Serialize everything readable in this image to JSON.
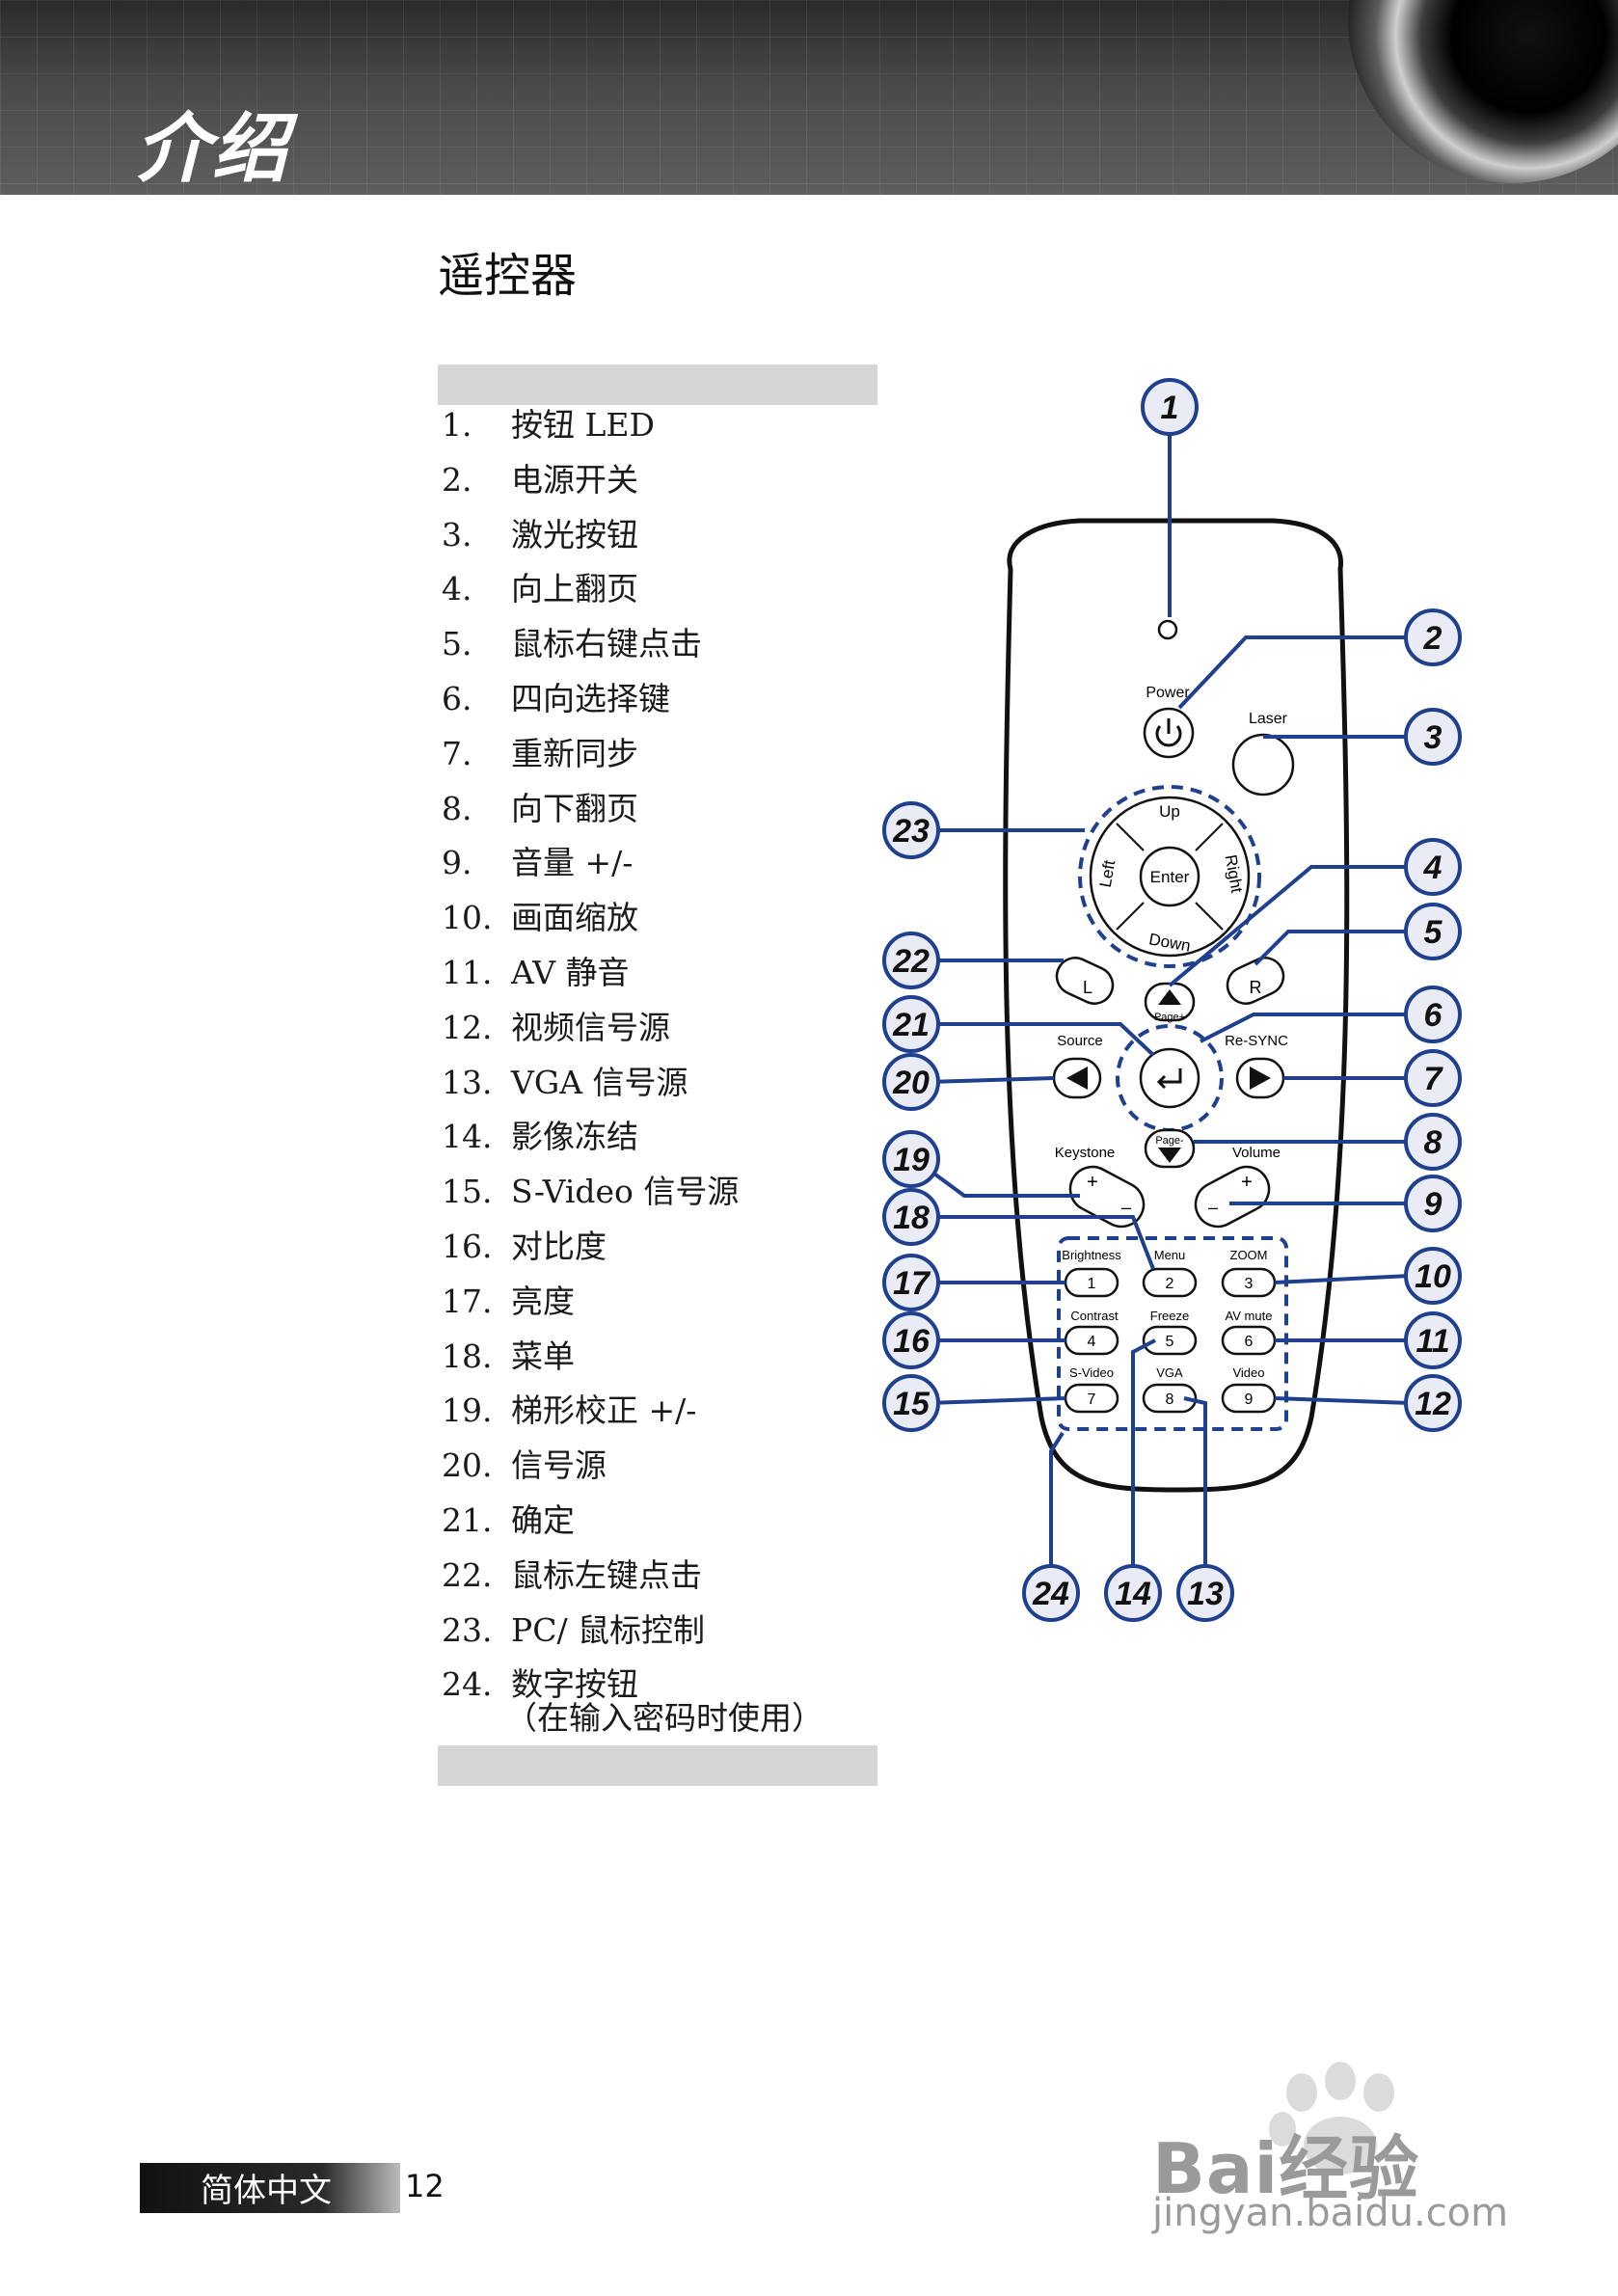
{
  "header": {
    "title": "介绍"
  },
  "section_title": "遥控器",
  "items": [
    {
      "num": "1.",
      "label": "按钮 LED"
    },
    {
      "num": "2.",
      "label": "电源开关"
    },
    {
      "num": "3.",
      "label": "激光按钮"
    },
    {
      "num": "4.",
      "label": "向上翻页"
    },
    {
      "num": "5.",
      "label": "鼠标右键点击"
    },
    {
      "num": "6.",
      "label": "四向选择键"
    },
    {
      "num": "7.",
      "label": "重新同步"
    },
    {
      "num": "8.",
      "label": "向下翻页"
    },
    {
      "num": "9.",
      "label": "音量 +/-"
    },
    {
      "num": "10.",
      "label": "画面缩放"
    },
    {
      "num": "11.",
      "label": "AV 静音"
    },
    {
      "num": "12.",
      "label": "视频信号源"
    },
    {
      "num": "13.",
      "label": "VGA 信号源"
    },
    {
      "num": "14.",
      "label": "影像冻结"
    },
    {
      "num": "15.",
      "label": "S-Video 信号源"
    },
    {
      "num": "16.",
      "label": "对比度"
    },
    {
      "num": "17.",
      "label": "亮度"
    },
    {
      "num": "18.",
      "label": "菜单"
    },
    {
      "num": "19.",
      "label": "梯形校正 +/-"
    },
    {
      "num": "20.",
      "label": "信号源"
    },
    {
      "num": "21.",
      "label": "确定"
    },
    {
      "num": "22.",
      "label": "鼠标左键点击"
    },
    {
      "num": "23.",
      "label": "PC/ 鼠标控制"
    },
    {
      "num": "24.",
      "label": "数字按钮",
      "sub": "（在输入密码时使用）"
    }
  ],
  "remote": {
    "labels": {
      "power": "Power",
      "laser": "Laser",
      "up": "Up",
      "down": "Down",
      "left": "Left",
      "right": "Right",
      "enter": "Enter",
      "l": "L",
      "r": "R",
      "page_up": "Page+",
      "page_down": "Page-",
      "source": "Source",
      "resync": "Re-SYNC",
      "keystone": "Keystone",
      "volume": "Volume",
      "plus": "+",
      "minus": "–",
      "brightness": "Brightness",
      "menu": "Menu",
      "zoom": "ZOOM",
      "contrast": "Contrast",
      "freeze": "Freeze",
      "avmute": "AV mute",
      "svideo": "S-Video",
      "vga": "VGA",
      "video": "Video",
      "k1": "1",
      "k2": "2",
      "k3": "3",
      "k4": "4",
      "k5": "5",
      "k6": "6",
      "k7": "7",
      "k8": "8",
      "k9": "9"
    },
    "callouts": {
      "c1": "1",
      "c2": "2",
      "c3": "3",
      "c4": "4",
      "c5": "5",
      "c6": "6",
      "c7": "7",
      "c8": "8",
      "c9": "9",
      "c10": "10",
      "c11": "11",
      "c12": "12",
      "c13": "13",
      "c14": "14",
      "c15": "15",
      "c16": "16",
      "c17": "17",
      "c18": "18",
      "c19": "19",
      "c20": "20",
      "c21": "21",
      "c22": "22",
      "c23": "23",
      "c24": "24"
    },
    "callout_color": "#1f3f8f"
  },
  "footer": {
    "language": "简体中文",
    "page": "12"
  },
  "watermark": {
    "brand": "Bai经验",
    "url": "jingyan.baidu.com"
  }
}
